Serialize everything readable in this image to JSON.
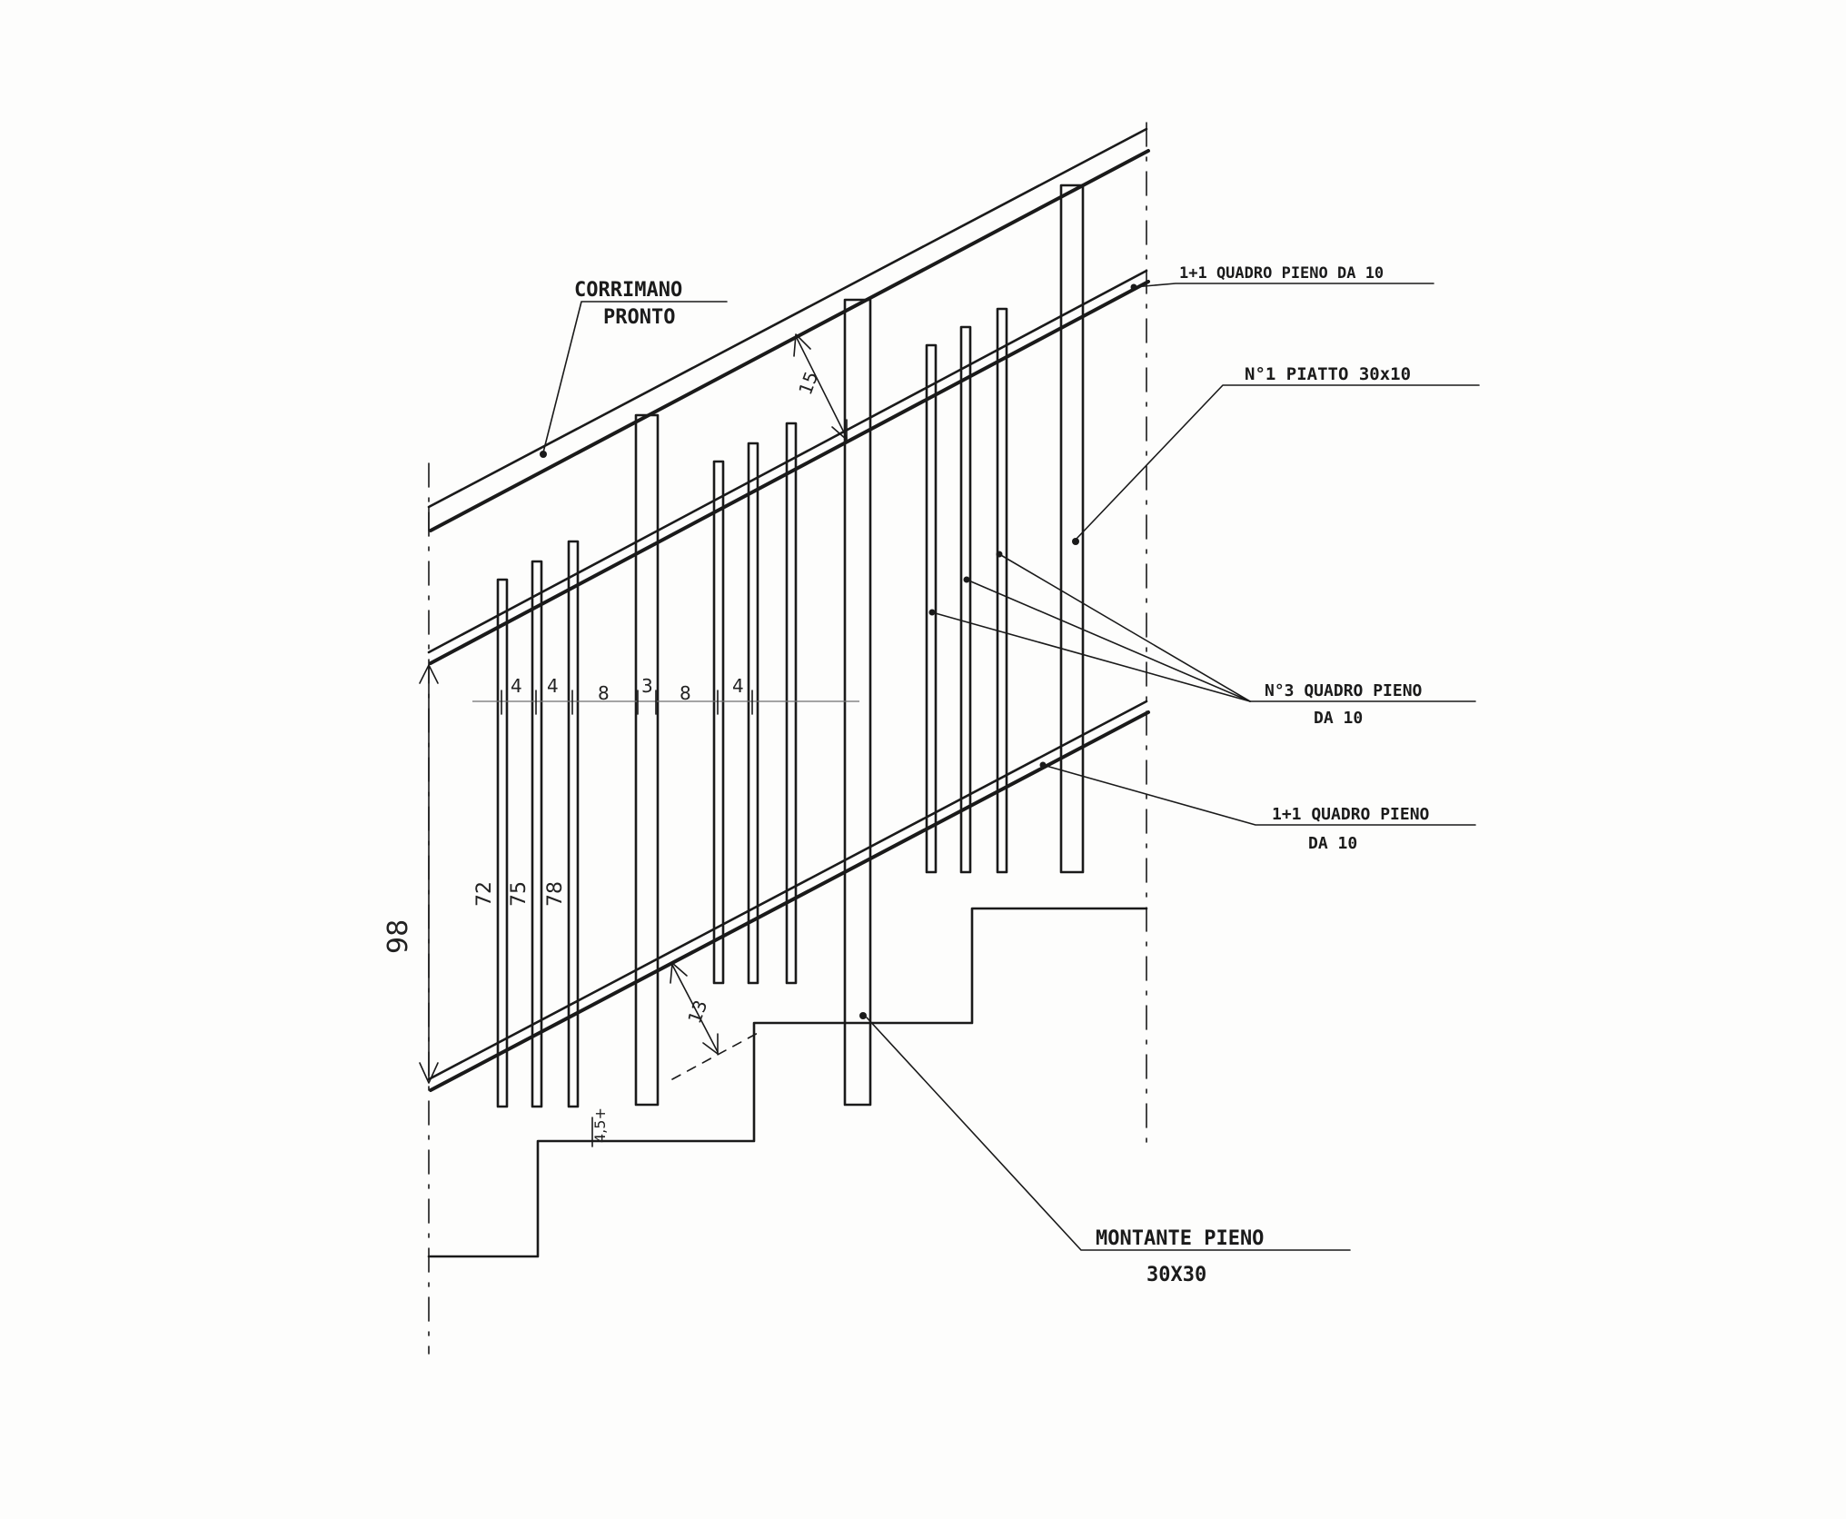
{
  "labels": {
    "handrail_l1": "CORRIMANO",
    "handrail_l2": "PRONTO",
    "top_bar": "1+1 QUADRO PIENO DA 10",
    "flat_bar": "N°1 PIATTO 30x10",
    "square_bars_l1": "N°3 QUADRO PIENO",
    "square_bars_l2": "DA 10",
    "bottom_bar_l1": "1+1 QUADRO PIENO",
    "bottom_bar_l2": "DA 10",
    "post_l1": "MONTANTE PIENO",
    "post_l2": "30X30"
  },
  "dimensions": {
    "gap_handrail": "15",
    "gap_bottom": "13",
    "overall_height": "98",
    "bar_heights": [
      "72",
      "75",
      "78"
    ],
    "spacing": [
      "4",
      "4",
      "8",
      "3",
      "8",
      "4"
    ],
    "step_offset": "4,5+"
  }
}
